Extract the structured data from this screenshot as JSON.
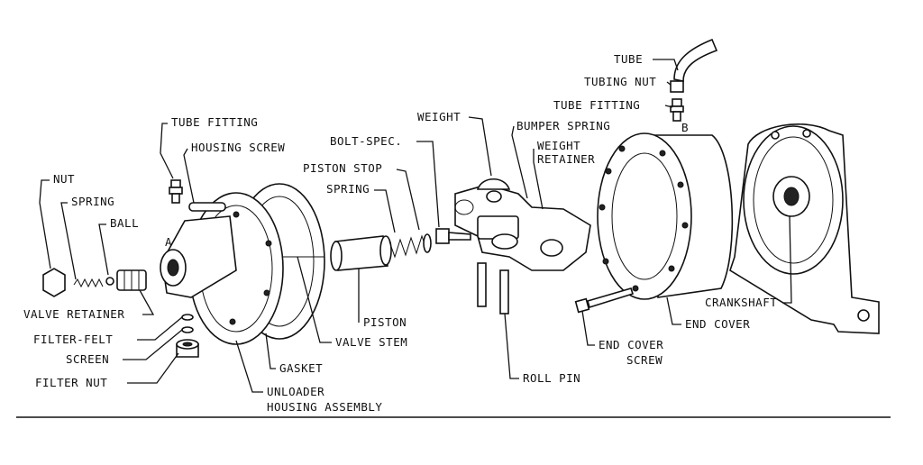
{
  "labels": {
    "tube": "TUBE",
    "tubing_nut": "TUBING NUT",
    "tube_fitting_right": "TUBE FITTING",
    "weight": "WEIGHT",
    "bumper_spring": "BUMPER SPRING",
    "weight_retainer_1": "WEIGHT",
    "weight_retainer_2": "RETAINER",
    "tube_fitting_left": "TUBE FITTING",
    "housing_screw": "HOUSING SCREW",
    "bolt_spec": "BOLT-SPEC.",
    "piston_stop": "PISTON STOP",
    "spring_mid": "SPRING",
    "nut": "NUT",
    "spring_left": "SPRING",
    "ball": "BALL",
    "marker_a": "A",
    "marker_b": "B",
    "valve_retainer": "VALVE RETAINER",
    "filter_felt": "FILTER-FELT",
    "screen": "SCREEN",
    "filter_nut": "FILTER NUT",
    "piston": "PISTON",
    "valve_stem": "VALVE STEM",
    "gasket": "GASKET",
    "unloader_1": "UNLOADER",
    "unloader_2": "HOUSING ASSEMBLY",
    "roll_pin": "ROLL PIN",
    "end_cover_screw_1": "END COVER",
    "end_cover_screw_2": "SCREW",
    "end_cover": "END COVER",
    "crankshaft": "CRANKSHAFT"
  }
}
